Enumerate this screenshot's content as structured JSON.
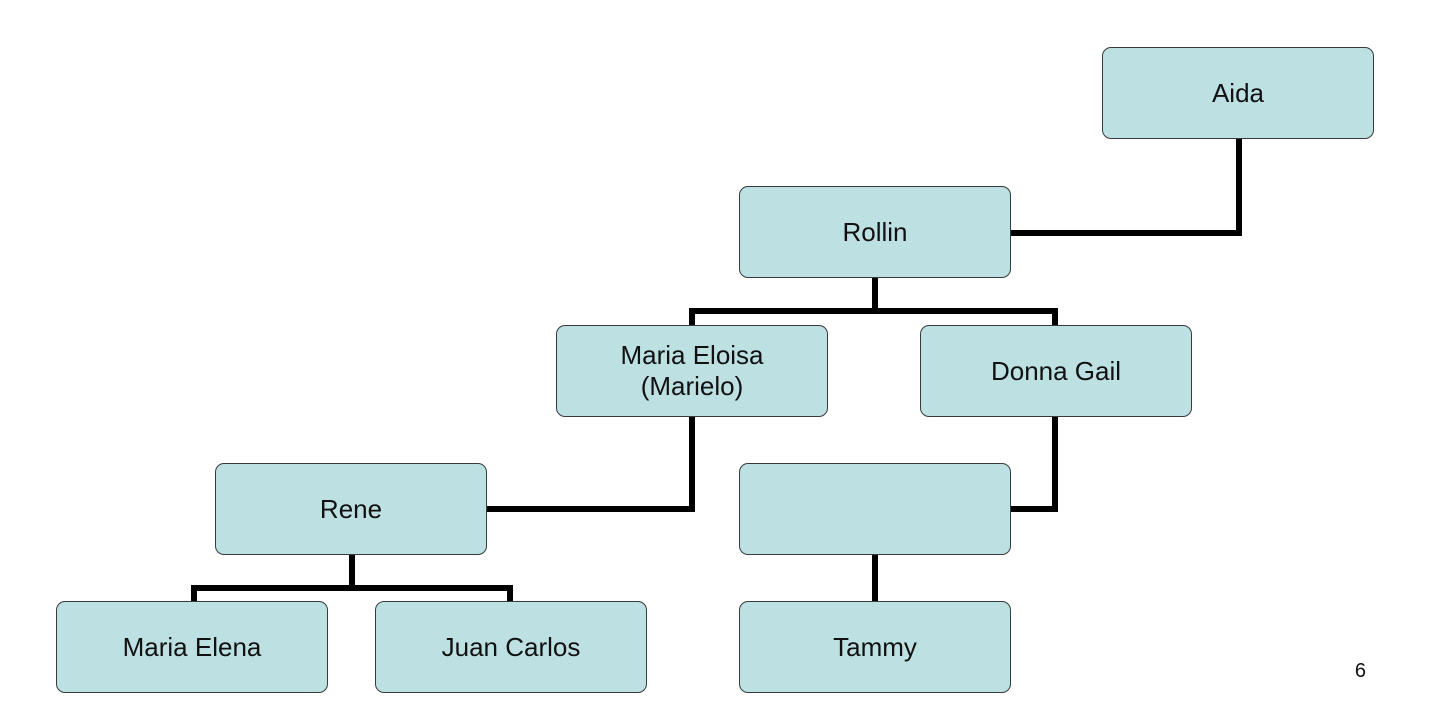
{
  "diagram": {
    "nodes": {
      "aida": "Aida",
      "rollin": "Rollin",
      "maria_eloisa": "Maria Eloisa\n(Marielo)",
      "donna_gail": "Donna Gail",
      "rene": "Rene",
      "unlabeled": "",
      "maria_elena": "Maria Elena",
      "juan_carlos": "Juan Carlos",
      "tammy": "Tammy"
    },
    "colors": {
      "box_fill": "#bde0e3",
      "box_border": "#3a3a3a",
      "connector": "#000000"
    }
  },
  "slide_number": "6"
}
